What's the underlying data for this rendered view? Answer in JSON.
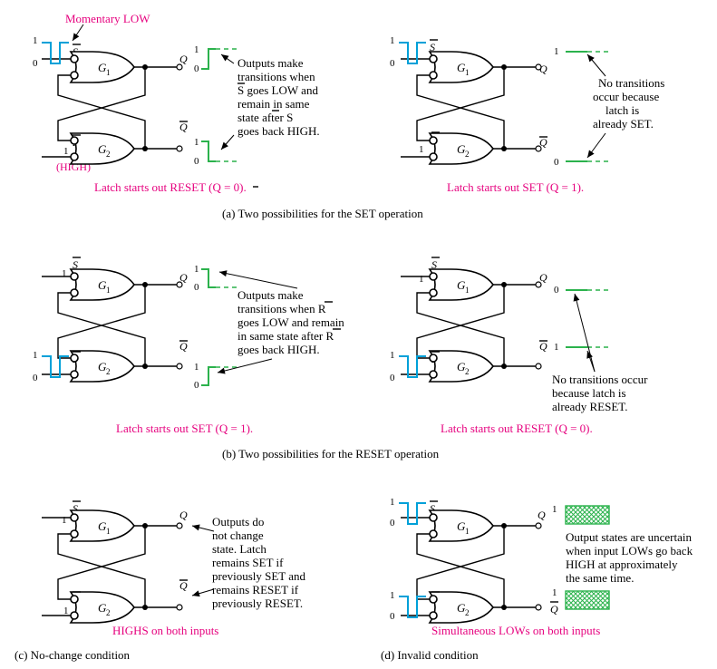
{
  "labels": {
    "s_bar": "S",
    "r_bar": "R",
    "q": "Q",
    "g1": "G",
    "g2": "G",
    "sub1": "1",
    "sub2": "2",
    "one": "1",
    "zero": "0"
  },
  "panel_a1": {
    "top_note": "Momentary LOW",
    "high_note": "(HIGH)",
    "callout": [
      "Outputs make",
      "transitions when",
      "S goes LOW and",
      "remain in same",
      "state after S",
      "goes back HIGH."
    ],
    "caption": "Latch starts out RESET (Q = 0)."
  },
  "panel_a2": {
    "callout": [
      "No transitions",
      "occur because",
      "latch is",
      "already SET."
    ],
    "caption": "Latch starts out SET (Q = 1)."
  },
  "row_a_title": "(a) Two possibilities for the SET operation",
  "panel_b1": {
    "callout": [
      "Outputs make",
      "transitions when R",
      "goes LOW and remain",
      "in same state after R",
      "goes back HIGH."
    ],
    "caption": "Latch starts out SET (Q = 1)."
  },
  "panel_b2": {
    "callout": [
      "No transitions occur",
      "because latch is",
      "already RESET."
    ],
    "caption": "Latch starts out RESET (Q = 0)."
  },
  "row_b_title": "(b) Two possibilities for the RESET operation",
  "panel_c": {
    "callout": [
      "Outputs do",
      "not change",
      "state.  Latch",
      "remains SET if",
      "previously SET and",
      "remains RESET if",
      "previously RESET."
    ],
    "caption": "HIGHS on both inputs",
    "title": "(c) No-change condition"
  },
  "panel_d": {
    "callout": [
      "Output states are uncertain",
      "when input LOWs go back",
      "HIGH at approximately",
      "the same time."
    ],
    "caption": "Simultaneous LOWs on both inputs",
    "title": "(d) Invalid condition"
  }
}
